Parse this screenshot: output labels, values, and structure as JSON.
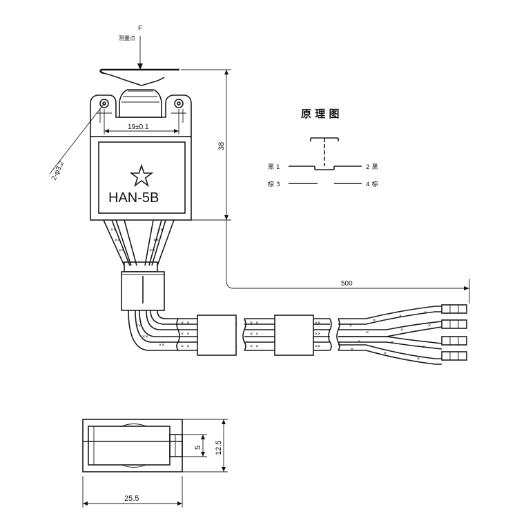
{
  "labels": {
    "force": "F",
    "measure_point": "测量点",
    "dim_width": "19±0.1",
    "dim_hole": "2-φ3.2",
    "dim_height": "38",
    "model": "HAN-5B",
    "schematic_title": "原 理 图",
    "pin1": "黑 1",
    "pin2": "2 黑",
    "pin3": "棕 3",
    "pin4": "4 棕",
    "cable_length": "500",
    "dim_bottom_width": "25.5",
    "dim_small": "5",
    "dim_bottom_height": "12.5"
  }
}
